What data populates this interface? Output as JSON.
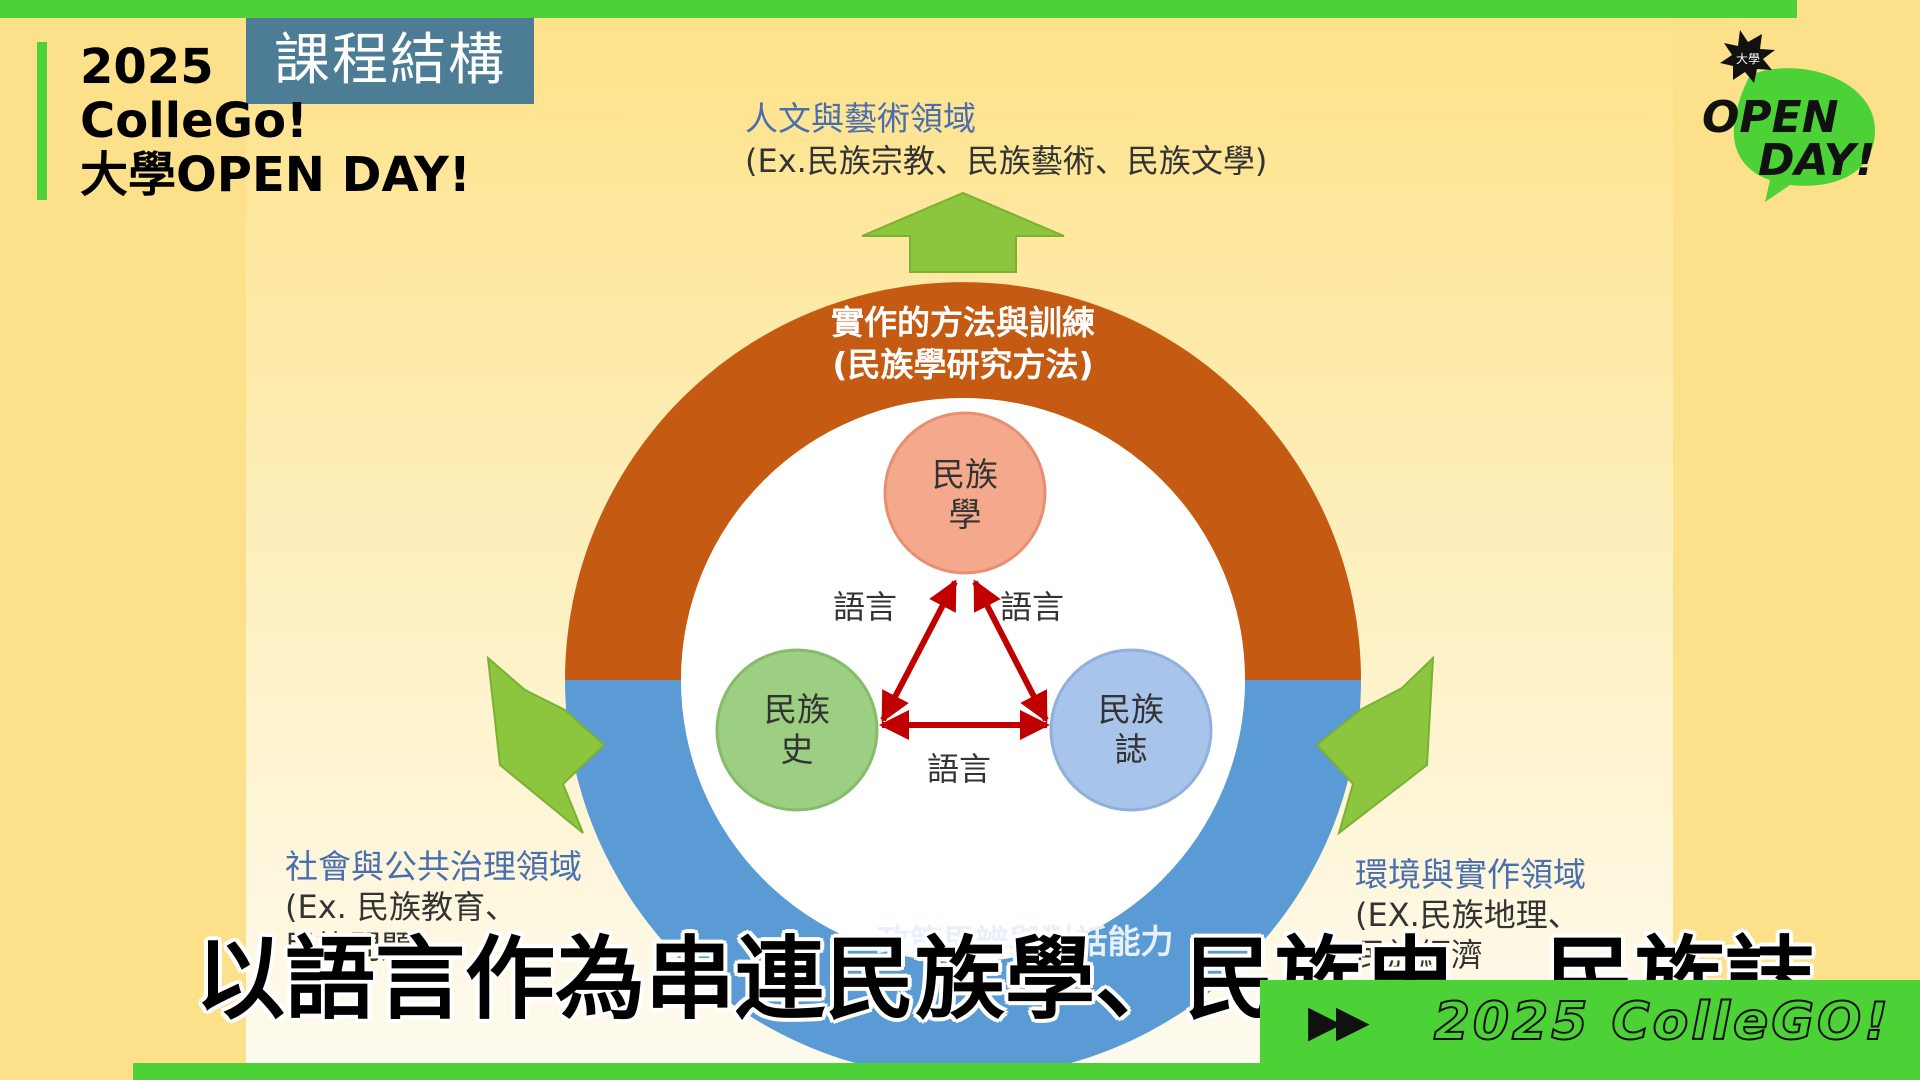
{
  "brand": {
    "line1": "2025",
    "line2": "ColleGo!",
    "line3": "大學OPEN DAY!"
  },
  "slide": {
    "title": "課程結構"
  },
  "diagram": {
    "top_domain": {
      "title": "人文與藝術領域",
      "sub": "(Ex.民族宗教、民族藝術、民族文學)"
    },
    "outer_ring": {
      "line1": "實作的方法與訓練",
      "line2": "(民族學研究方法)"
    },
    "inner_bottom_ring": {
      "line1": "政策思辨與對話能力"
    },
    "circles": {
      "top": {
        "line1": "民族",
        "line2": "學"
      },
      "left": {
        "line1": "民族",
        "line2": "史"
      },
      "right": {
        "line1": "民族",
        "line2": "誌"
      }
    },
    "connector_label": "語言",
    "left_domain": {
      "title": "社會與公共治理領域",
      "sub1": "(Ex. 民族教育、",
      "sub2": "民族問題、"
    },
    "right_domain": {
      "title": "環境與實作領域",
      "sub1": "(EX.民族地理、",
      "sub2": "民族經濟"
    },
    "colors": {
      "orange_ring": "#c55a12",
      "blue_ring": "#5b9bd5",
      "arrow_green": "#8cc63f",
      "triangle_red": "#c00000"
    }
  },
  "subtitle": "以語言作為串連民族學、民族史、民族誌",
  "banner": {
    "play_icon": "▶▶",
    "text": "2025 ColleGO!"
  },
  "logo": {
    "top": "大學",
    "line1": "OPEN",
    "line2": "DAY!"
  }
}
